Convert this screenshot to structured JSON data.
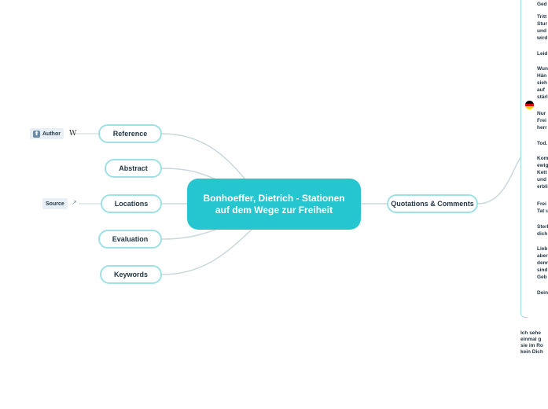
{
  "map": {
    "central": "Bonhoeffer, Dietrich - Stationen auf dem Wege zur Freiheit",
    "left_branches": [
      {
        "label": "Reference"
      },
      {
        "label": "Abstract"
      },
      {
        "label": "Locations"
      },
      {
        "label": "Evaluation"
      },
      {
        "label": "Keywords"
      }
    ],
    "author_tag": "Author",
    "wiki_glyph": "W",
    "source_tag": "Source",
    "right_branch": "Quotations & Comments",
    "quote_fragments": [
      "Ged",
      "Tritt",
      "Stur",
      "und",
      "wird",
      "Leid",
      "Wun",
      "Hän",
      "sieh",
      "auf",
      "stärl",
      "Nur",
      "Frei",
      "herr",
      "Tod.",
      "Kom",
      "ewig",
      "Kett",
      "und",
      "erbli",
      "Frei",
      "Tat u",
      "Sterl",
      "dich",
      "Lieb",
      "aber",
      "denr",
      "sind",
      "Geb",
      "Dein"
    ],
    "comment_lines": [
      "Ich sehe",
      "einmal g",
      "sie im Ro",
      "kein Dich"
    ],
    "colors": {
      "central": "#26c6d0",
      "node_border": "#9fe0e4",
      "link": "#c9d8dc",
      "tag_bg": "#e8f0f6"
    }
  }
}
